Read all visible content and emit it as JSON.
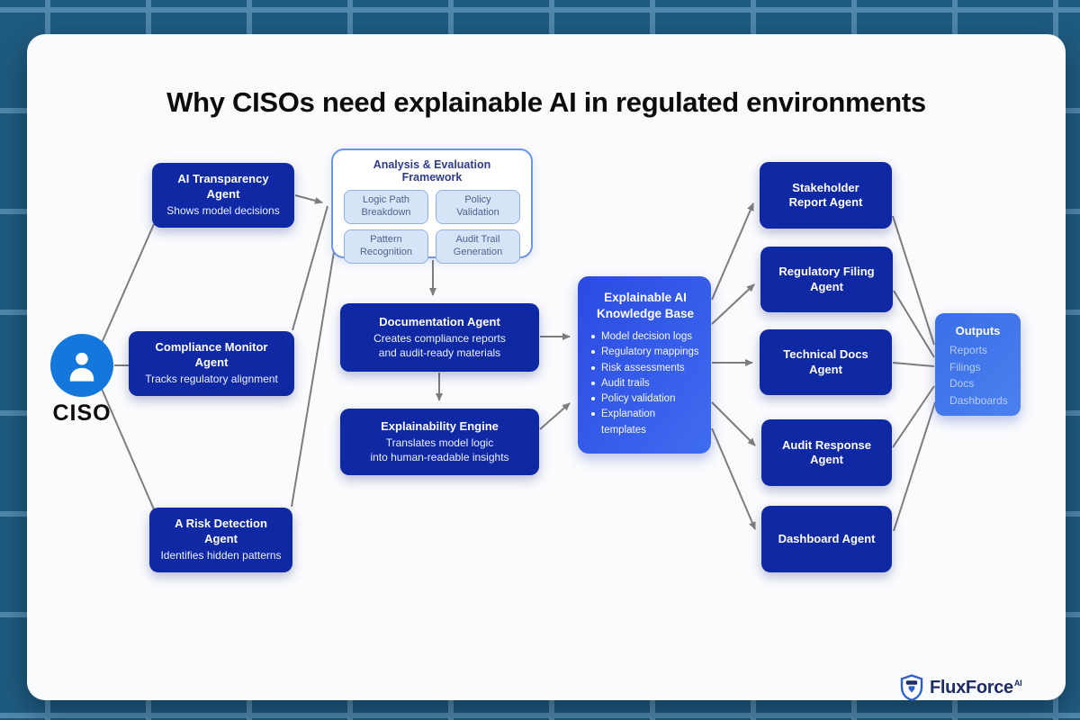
{
  "title": "Why CISOs need explainable AI in regulated environments",
  "ciso": {
    "label": "CISO"
  },
  "left_agents": [
    {
      "title": "AI Transparency Agent",
      "subtitle": "Shows model decisions"
    },
    {
      "title": "Compliance Monitor Agent",
      "subtitle": "Tracks regulatory alignment"
    },
    {
      "title": "A Risk Detection Agent",
      "subtitle": "Identifies hidden patterns"
    }
  ],
  "framework": {
    "title": "Analysis & Evaluation Framework",
    "items": [
      "Logic Path\nBreakdown",
      "Policy\nValidation",
      "Pattern\nRecognition",
      "Audit Trail\nGeneration"
    ]
  },
  "middle_agents": [
    {
      "title": "Documentation Agent",
      "subtitle": "Creates compliance reports\nand audit-ready materials"
    },
    {
      "title": "Explainability Engine",
      "subtitle": "Translates model logic\ninto human-readable insights"
    }
  ],
  "knowledge_base": {
    "title": "Explainable AI\nKnowledge Base",
    "items": [
      "Model decision logs",
      "Regulatory mappings",
      "Risk assessments",
      "Audit trails",
      "Policy validation",
      "Explanation templates"
    ]
  },
  "right_agents": [
    {
      "title": "Stakeholder\nReport Agent"
    },
    {
      "title": "Regulatory Filing Agent"
    },
    {
      "title": "Technical Docs Agent"
    },
    {
      "title": "Audit Response Agent"
    },
    {
      "title": "Dashboard Agent"
    }
  ],
  "outputs": {
    "title": "Outputs",
    "items": [
      "Reports",
      "Filings",
      "Docs",
      "Dashboards"
    ]
  },
  "logo": {
    "name": "FluxForce",
    "suffix": "AI"
  },
  "colors": {
    "background_teal": "#1e5b81",
    "grid_line": "#4f88ad",
    "navy_box": "#0f28a4",
    "kb_gradient_start": "#2b4ae2",
    "kb_gradient_end": "#3f6cf0",
    "outputs_blue": "#3f74ea",
    "avatar_blue": "#1477dc",
    "connector_gray": "#7d7d7d",
    "framework_border": "#6b95e8",
    "chip_fill": "#d6e4f8"
  }
}
